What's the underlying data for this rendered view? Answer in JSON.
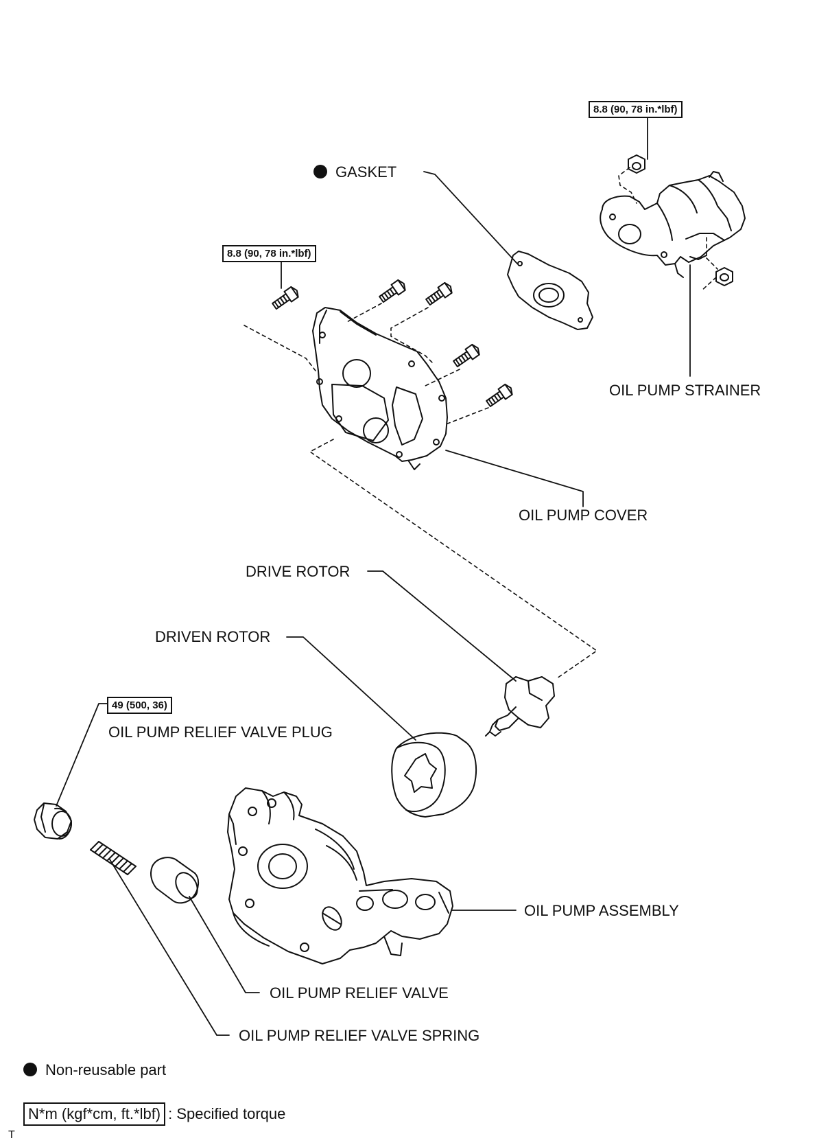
{
  "torque_specs": {
    "strainer_nut": "8.8 (90, 78 in.*lbf)",
    "cover_bolt": "8.8 (90, 78 in.*lbf)",
    "relief_plug": "49 (500, 36)"
  },
  "labels": {
    "gasket": "GASKET",
    "oil_pump_strainer": "OIL PUMP STRAINER",
    "oil_pump_cover": "OIL PUMP COVER",
    "drive_rotor": "DRIVE ROTOR",
    "driven_rotor": "DRIVEN ROTOR",
    "relief_valve_plug": "OIL PUMP RELIEF VALVE PLUG",
    "oil_pump_assembly": "OIL PUMP ASSEMBLY",
    "relief_valve": "OIL PUMP RELIEF VALVE",
    "relief_valve_spring": "OIL PUMP RELIEF VALVE SPRING"
  },
  "legend": {
    "non_reusable": "Non-reusable part",
    "torque_unit": "N*m (kgf*cm, ft.*lbf)",
    "torque_desc": ": Specified torque"
  },
  "corner_mark": "T"
}
